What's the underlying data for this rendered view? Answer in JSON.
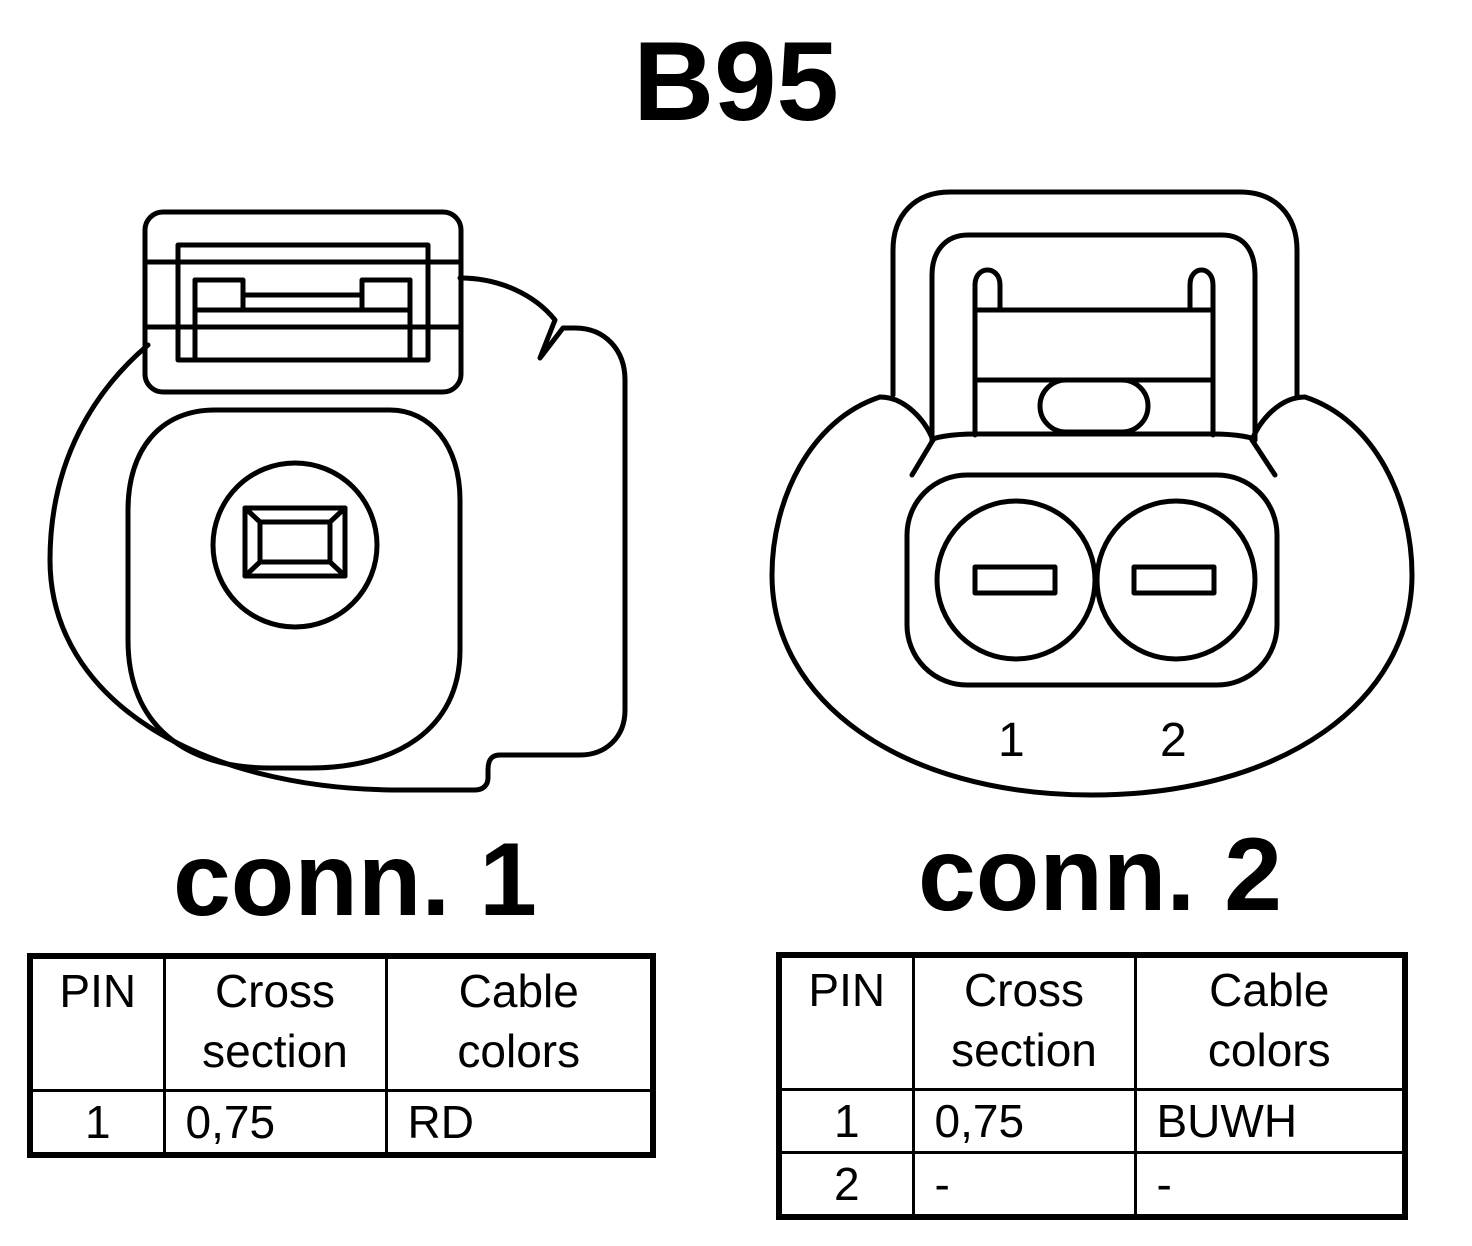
{
  "title": "B95",
  "connectors": [
    {
      "label": "conn. 1",
      "table": {
        "headers": [
          "PIN",
          "Cross\nsection",
          "Cable\ncolors"
        ],
        "rows": [
          {
            "pin": "1",
            "cross_section": "0,75",
            "color": "RD"
          }
        ]
      }
    },
    {
      "label": "conn. 2",
      "pin_labels": [
        "1",
        "2"
      ],
      "table": {
        "headers": [
          "PIN",
          "Cross\nsection",
          "Cable\ncolors"
        ],
        "rows": [
          {
            "pin": "1",
            "cross_section": "0,75",
            "color": "BUWH"
          },
          {
            "pin": "2",
            "cross_section": "-",
            "color": "-"
          }
        ]
      }
    }
  ]
}
